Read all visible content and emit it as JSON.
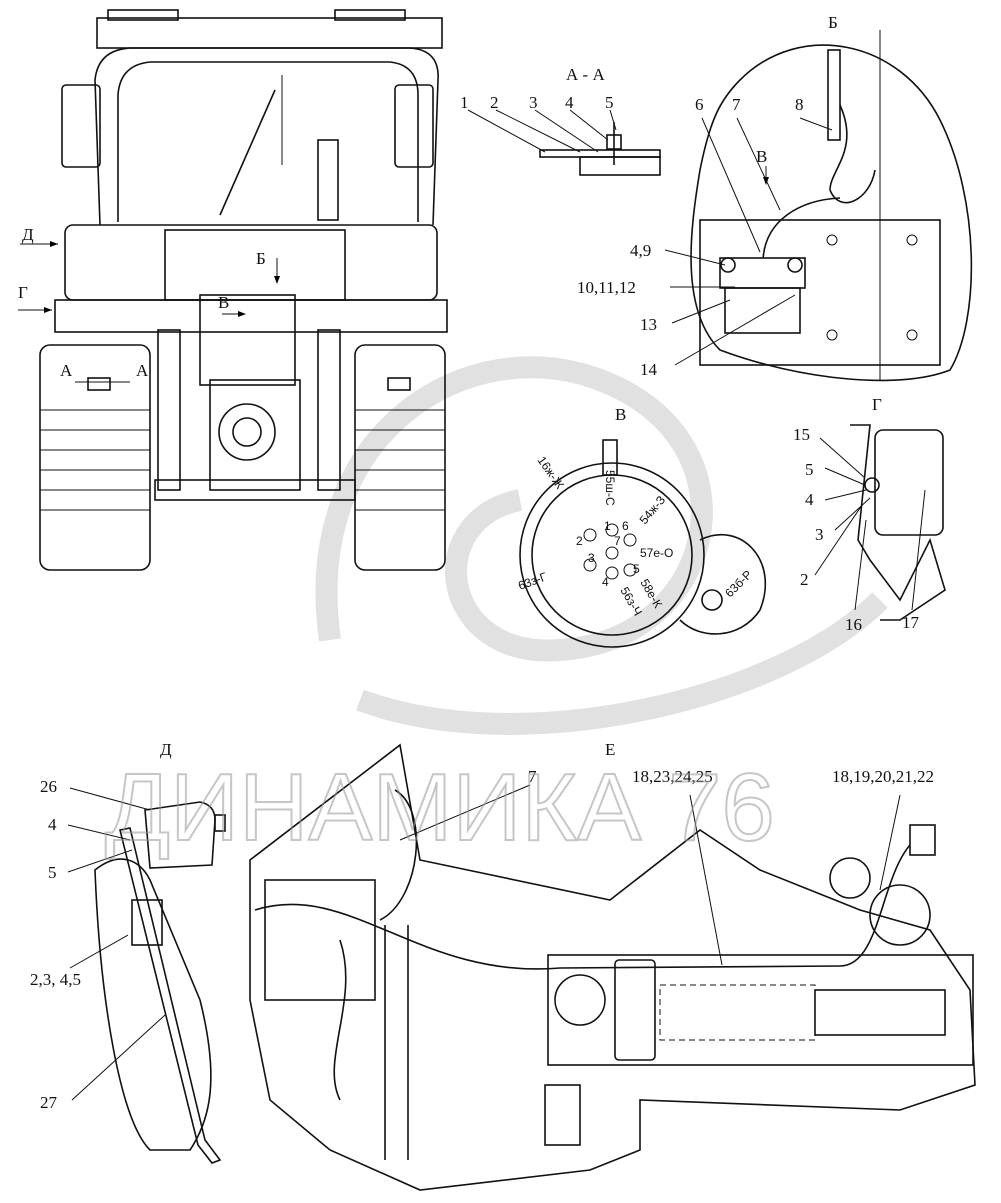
{
  "watermark": {
    "text": "ДИНАМИКА 76"
  },
  "views": {
    "section_aa": "А - А",
    "view_b": "Б",
    "view_v": "В",
    "view_g": "Г",
    "view_d": "Д",
    "view_e": "Е"
  },
  "main_view_markers": {
    "d": "Д",
    "g": "Г",
    "b": "Б",
    "v": "В",
    "a_left": "А",
    "a_right": "А"
  },
  "section_aa_callouts": [
    "1",
    "2",
    "3",
    "4",
    "5"
  ],
  "view_b_callouts": {
    "c6": "6",
    "c7": "7",
    "c8": "8",
    "c49": "4,9",
    "c101112": "10,11,12",
    "c13": "13",
    "c14": "14",
    "arrow_v": "В"
  },
  "view_g_callouts": {
    "c15": "15",
    "c5": "5",
    "c4": "4",
    "c3": "3",
    "c2": "2",
    "c16": "16",
    "c17": "17"
  },
  "view_v_pins": [
    "1",
    "2",
    "3",
    "4",
    "5",
    "6",
    "7"
  ],
  "view_v_wires": [
    "16ж-Ж",
    "55ш-С",
    "54ж-З",
    "57е-О",
    "63з-Г",
    "56з-Ч",
    "58е-К",
    "63б-Р"
  ],
  "view_d_callouts": {
    "c26": "26",
    "c4": "4",
    "c5": "5",
    "c2345": "2,3,\n4,5",
    "c27": "27"
  },
  "view_e_callouts": {
    "c7": "7",
    "c18_23": "18,23,24,25",
    "c18_19": "18,19,20,21,22"
  }
}
